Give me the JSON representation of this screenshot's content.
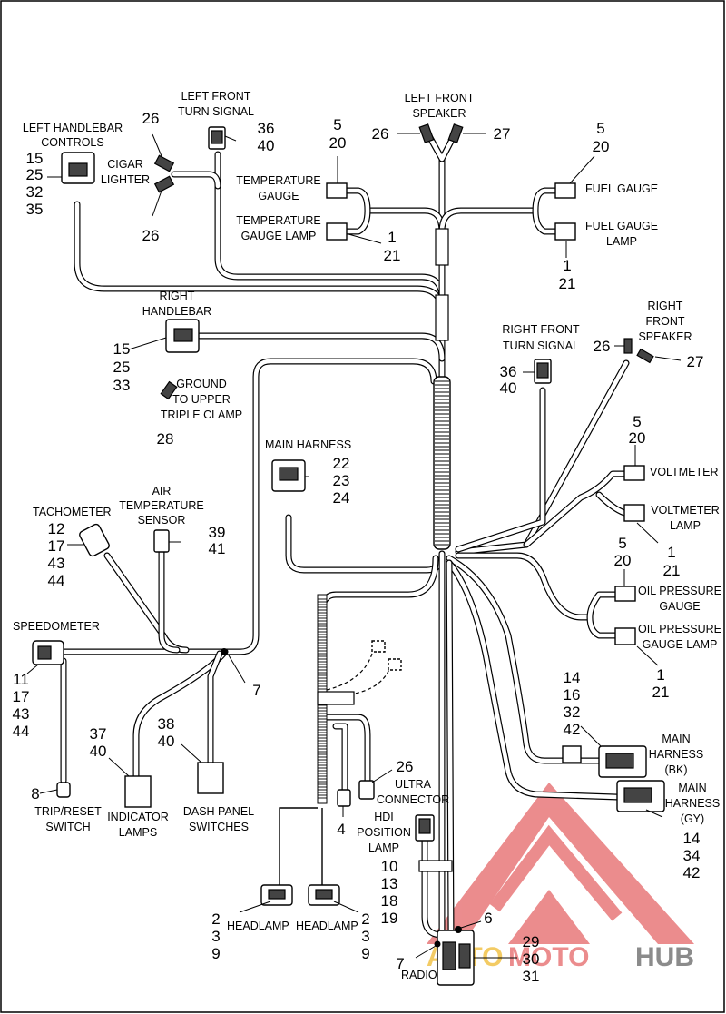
{
  "labels": {
    "left_handlebar_controls": [
      "LEFT HANDLEBAR",
      "CONTROLS"
    ],
    "left_front_turn_signal": [
      "LEFT FRONT",
      "TURN SIGNAL"
    ],
    "left_front_speaker": [
      "LEFT FRONT",
      "SPEAKER"
    ],
    "cigar_lighter": [
      "CIGAR",
      "LIGHTER"
    ],
    "temperature_gauge": [
      "TEMPERATURE",
      "GAUGE"
    ],
    "temperature_gauge_lamp": [
      "TEMPERATURE",
      "GAUGE LAMP"
    ],
    "fuel_gauge": [
      "FUEL GAUGE"
    ],
    "fuel_gauge_lamp": [
      "FUEL GAUGE",
      "LAMP"
    ],
    "right_handlebar": [
      "RIGHT",
      "HANDLEBAR"
    ],
    "ground_upper_triple_clamp": [
      "GROUND",
      "TO UPPER",
      "TRIPLE CLAMP"
    ],
    "right_front_turn_signal": [
      "RIGHT FRONT",
      "TURN SIGNAL"
    ],
    "right_front_speaker": [
      "RIGHT",
      "FRONT",
      "SPEAKER"
    ],
    "main_harness_top": [
      "MAIN HARNESS"
    ],
    "voltmeter": [
      "VOLTMETER"
    ],
    "voltmeter_lamp": [
      "VOLTMETER",
      "LAMP"
    ],
    "air_temperature_sensor": [
      "AIR",
      "TEMPERATURE",
      "SENSOR"
    ],
    "tachometer": [
      "TACHOMETER"
    ],
    "oil_pressure_gauge": [
      "OIL PRESSURE",
      "GAUGE"
    ],
    "oil_pressure_gauge_lamp": [
      "OIL PRESSURE",
      "GAUGE LAMP"
    ],
    "speedometer": [
      "SPEEDOMETER"
    ],
    "main_harness_bk": [
      "MAIN",
      "HARNESS",
      "(BK)"
    ],
    "main_harness_gy": [
      "MAIN",
      "HARNESS",
      "(GY)"
    ],
    "ultra_connector": [
      "ULTRA",
      "CONNECTOR"
    ],
    "indicator_lamps": [
      "INDICATOR",
      "LAMPS"
    ],
    "dash_panel_switches": [
      "DASH PANEL",
      "SWITCHES"
    ],
    "trip_reset_switch": [
      "TRIP/RESET",
      "SWITCH"
    ],
    "hdi_position_lamp": [
      "HDI",
      "POSITION",
      "LAMP"
    ],
    "headlamp_left": [
      "HEADLAMP"
    ],
    "headlamp_right": [
      "HEADLAMP"
    ],
    "radio": [
      "RADIO"
    ]
  },
  "callouts": {
    "left_handlebar_controls": [
      "15",
      "25",
      "32",
      "35"
    ],
    "cigar_upper": [
      "26"
    ],
    "cigar_lower": [
      "26"
    ],
    "left_front_turn_signal": [
      "36",
      "40"
    ],
    "speaker_left": [
      "26"
    ],
    "speaker_right": [
      "27"
    ],
    "temperature_gauge": [
      "5",
      "20"
    ],
    "temperature_gauge_lamp": [
      "1",
      "21"
    ],
    "fuel_gauge": [
      "5",
      "20"
    ],
    "fuel_gauge_lamp": [
      "1",
      "21"
    ],
    "right_handlebar": [
      "15",
      "25",
      "33"
    ],
    "ground": [
      "28"
    ],
    "right_front_turn_signal": [
      "36",
      "40"
    ],
    "right_front_speaker_left": [
      "26"
    ],
    "right_front_speaker_right": [
      "27"
    ],
    "main_harness_top": [
      "22",
      "23",
      "24"
    ],
    "voltmeter": [
      "5",
      "20"
    ],
    "voltmeter_lamp": [
      "1",
      "21"
    ],
    "air_temperature_sensor": [
      "39",
      "41"
    ],
    "tachometer": [
      "12",
      "17",
      "43",
      "44"
    ],
    "oil_pressure_gauge": [
      "5",
      "20"
    ],
    "oil_pressure_gauge_lamp": [
      "1",
      "21"
    ],
    "speedometer": [
      "11",
      "17",
      "43",
      "44"
    ],
    "ground_junction": [
      "7"
    ],
    "main_harness_bk": [
      "14",
      "16",
      "32",
      "42"
    ],
    "main_harness_gy": [
      "14",
      "34",
      "42"
    ],
    "indicator_lamps": [
      "37",
      "40"
    ],
    "dash_panel_switches": [
      "38",
      "40"
    ],
    "ultra_connector": [
      "26"
    ],
    "ultra_lower": [
      "4"
    ],
    "trip_reset_switch": [
      "8"
    ],
    "hdi_position_lamp": [
      "10",
      "13",
      "18",
      "19"
    ],
    "headlamp_left": [
      "2",
      "3",
      "9"
    ],
    "headlamp_right": [
      "2",
      "3",
      "9"
    ],
    "radio_6": [
      "6"
    ],
    "radio_7": [
      "7"
    ],
    "radio_right": [
      "29",
      "30",
      "31"
    ]
  },
  "watermark": {
    "text_auto": "AUTO",
    "text_moto": "MOTO",
    "text_hub": "HUB",
    "color_primary": "#e8787a",
    "color_accent": "#f2c24a",
    "color_dark": "#777777"
  }
}
